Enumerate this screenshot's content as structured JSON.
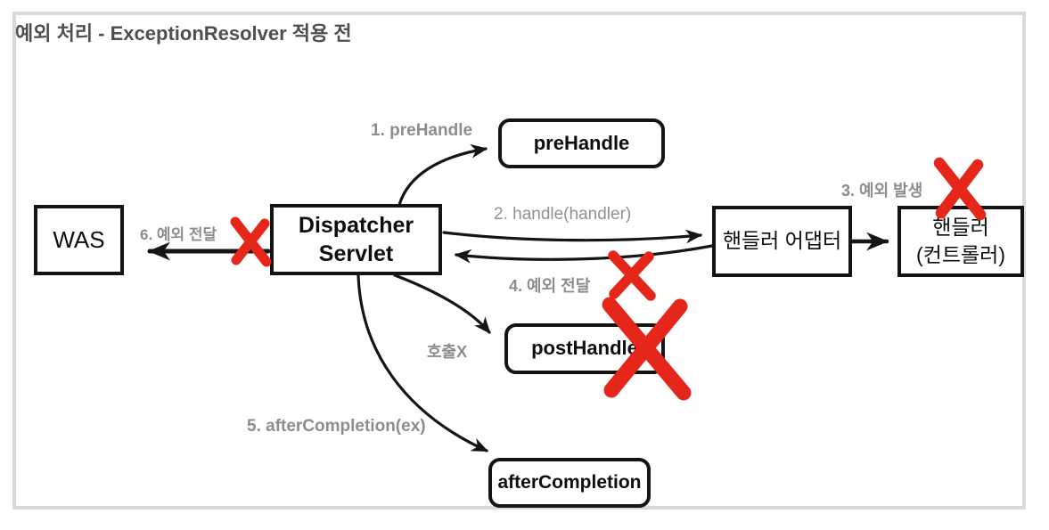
{
  "title": "예외 처리 - ExceptionResolver 적용 전",
  "nodes": {
    "was": {
      "label": "WAS"
    },
    "dispatcher": {
      "line1": "Dispatcher",
      "line2": "Servlet"
    },
    "prehandle": {
      "label": "preHandle"
    },
    "handler_adapter": {
      "label": "핸들러 어댑터"
    },
    "handler": {
      "line1": "핸들러",
      "line2": "(컨트롤러)"
    },
    "posthandle": {
      "label": "postHandle"
    },
    "aftercompletion": {
      "label": "afterCompletion"
    }
  },
  "edge_labels": {
    "step1": "1. preHandle",
    "step2": "2. handle(handler)",
    "step3": "3. 예외 발생",
    "step4": "4. 예외 전달",
    "step5": "5. afterCompletion(ex)",
    "step6": "6. 예외 전달",
    "no_call": "호출X"
  },
  "colors": {
    "error_x": "#e5261b",
    "edge_label_gray": "#8d8d8d",
    "title_gray": "#4f4f4f",
    "box_border": "#141414",
    "canvas_border": "#d9d9d9"
  }
}
